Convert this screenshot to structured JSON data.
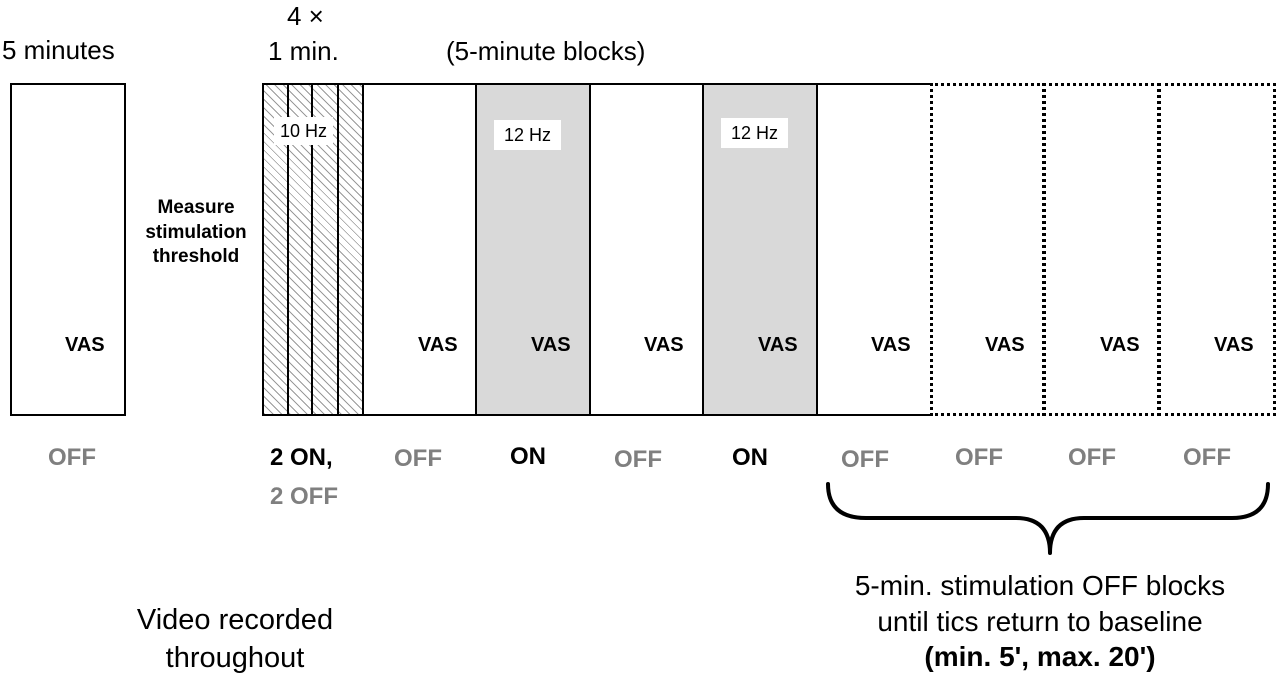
{
  "header": {
    "baseline_duration": "5 minutes",
    "threshold_count": "4 ×",
    "threshold_duration": "1 min.",
    "blocks_label": "(5-minute blocks)"
  },
  "measure_label": {
    "line1": "Measure",
    "line2": "stimulation",
    "line3": "threshold"
  },
  "frequencies": {
    "threshold": "10 Hz",
    "block_a": "12 Hz",
    "block_b": "12 Hz"
  },
  "vas_label": "VAS",
  "states": {
    "baseline": "OFF",
    "threshold_on": "2 ON,",
    "threshold_off": "2 OFF",
    "block1": "OFF",
    "block2": "ON",
    "block3": "OFF",
    "block4": "ON",
    "block5": "OFF",
    "block6": "OFF",
    "block7": "OFF",
    "block8": "OFF"
  },
  "footer": {
    "video_line1": "Video recorded",
    "video_line2": "throughout",
    "brace_line1": "5-min. stimulation OFF blocks",
    "brace_line2": "until tics return to baseline",
    "brace_line3": "(min. 5', max. 20')"
  },
  "colors": {
    "on_fill": "#d9d9d9",
    "off_text": "#7f7f7f",
    "on_text": "#000000"
  }
}
